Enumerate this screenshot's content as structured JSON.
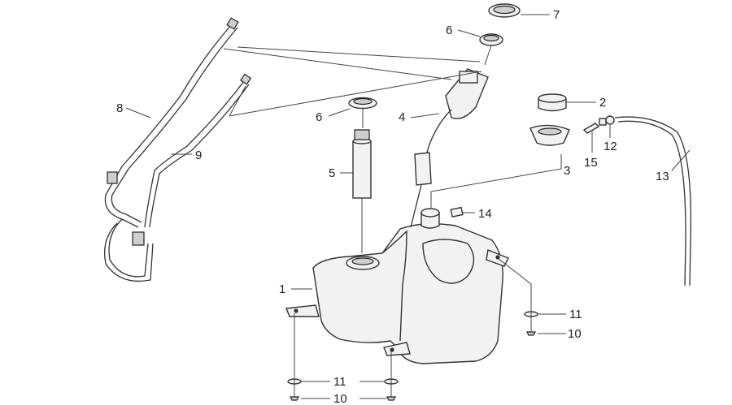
{
  "diagram": {
    "callouts": [
      "1",
      "2",
      "3",
      "4",
      "5",
      "6",
      "6",
      "7",
      "8",
      "9",
      "10",
      "10",
      "10",
      "11",
      "11",
      "11",
      "12",
      "13",
      "14",
      "15"
    ]
  }
}
